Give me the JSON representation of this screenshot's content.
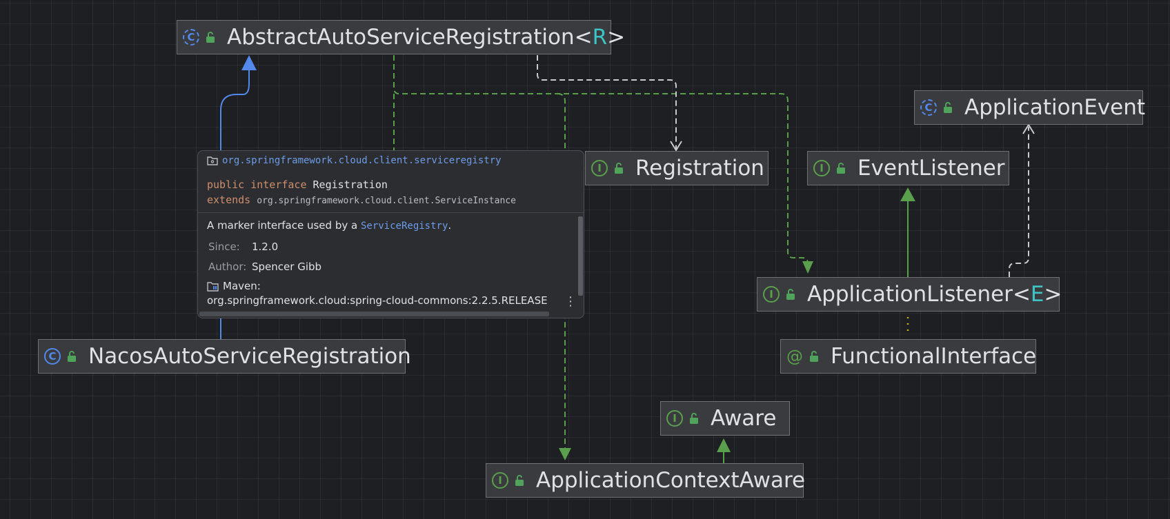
{
  "nodes": {
    "abstract_auto": {
      "icon": "abstract-class-icon",
      "name": "AbstractAutoServiceRegistration",
      "generic": "R"
    },
    "registration": {
      "icon": "interface-icon",
      "name": "Registration"
    },
    "event_listener": {
      "icon": "interface-icon",
      "name": "EventListener"
    },
    "application_event": {
      "icon": "abstract-class-icon",
      "name": "ApplicationEvent"
    },
    "application_listener": {
      "icon": "interface-icon",
      "name": "ApplicationListener",
      "generic": "E"
    },
    "functional_interface": {
      "icon": "annotation-icon",
      "name": "FunctionalInterface"
    },
    "nacos": {
      "icon": "class-icon",
      "name": "NacosAutoServiceRegistration"
    },
    "aware": {
      "icon": "interface-icon",
      "name": "Aware"
    },
    "app_context_aware": {
      "icon": "interface-icon",
      "name": "ApplicationContextAware"
    }
  },
  "glyphs": {
    "class": "C",
    "interface": "I",
    "annotation": "@",
    "more": "⋮"
  },
  "popup": {
    "package": "org.springframework.cloud.client.serviceregistry",
    "kw_public": "public",
    "kw_interface": "interface",
    "type_name": "Registration",
    "kw_extends": "extends",
    "super_type": "org.springframework.cloud.client.ServiceInstance",
    "desc_before": "A marker interface used by a",
    "desc_link": "ServiceRegistry",
    "desc_after": ".",
    "since_label": "Since:",
    "since_value": "1.2.0",
    "author_label": "Author:",
    "author_value": "Spencer Gibb",
    "maven_label": "Maven:",
    "maven_value": "org.springframework.cloud:spring-cloud-commons:2.2.5.RELEASE"
  },
  "colors": {
    "background": "#1e1f22",
    "node_fill": "#3a3b3e",
    "implements_edge": "#5aa04c",
    "extends_edge": "#5289ea",
    "dependency_edge": "#c9cbcf",
    "annotation_edge": "#c8b419"
  }
}
